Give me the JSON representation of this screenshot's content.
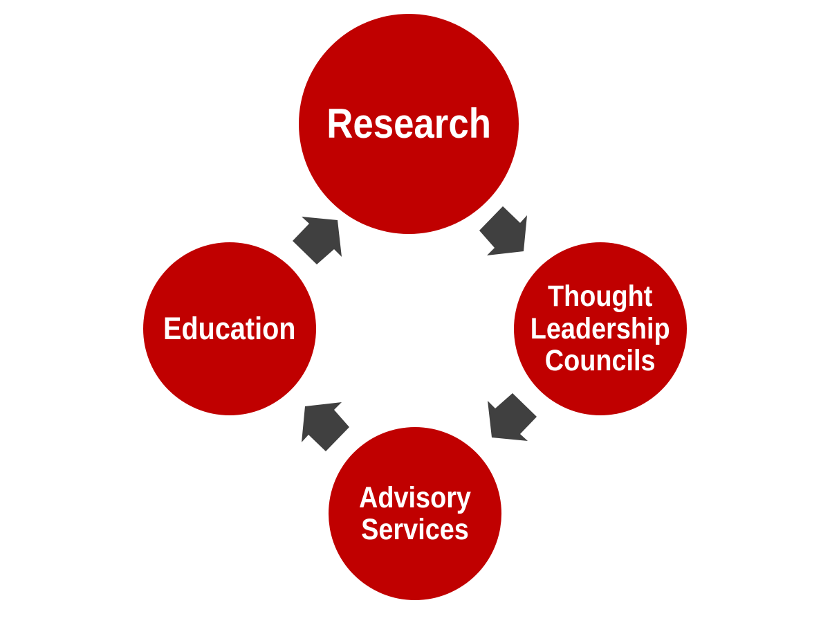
{
  "colors": {
    "circle": "#C00000",
    "arrow": "#404040",
    "text": "#FFFFFF"
  },
  "nodes": {
    "research": "Research",
    "thought_leadership": "Thought\nLeadership\nCouncils",
    "advisory": "Advisory\nServices",
    "education": "Education"
  },
  "cycle_order": [
    "Research",
    "Thought Leadership Councils",
    "Advisory Services",
    "Education"
  ]
}
